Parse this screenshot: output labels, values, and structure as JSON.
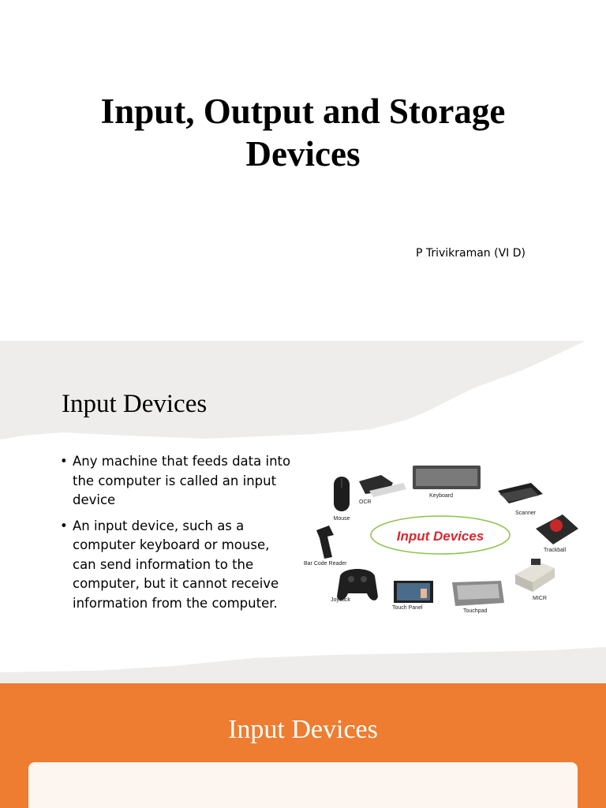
{
  "slide1": {
    "title_line1": "Input, Output and Storage",
    "title_line2": "Devices",
    "author": "P Trivikraman (VI D)"
  },
  "slide2": {
    "heading": "Input Devices",
    "bullets": [
      "Any machine that feeds data into the computer is called an input device",
      "An input device, such as a computer keyboard or mouse, can send information to the computer, but it cannot receive information from the computer."
    ],
    "diagram": {
      "center_label": "Input Devices",
      "center_color": "#d9282f",
      "devices": [
        "Mouse",
        "OCR",
        "Keyboard",
        "Scanner",
        "Trackball",
        "MICR",
        "Touchpad",
        "Touch Panel",
        "Joystick",
        "Bar Code Reader"
      ]
    }
  },
  "slide3": {
    "heading": "Input Devices",
    "accent": "#ee7d31"
  }
}
